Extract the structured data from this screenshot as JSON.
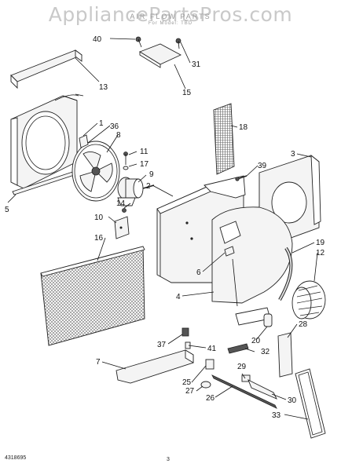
{
  "watermark": "AppliancePartsPros.com",
  "title": "AIR FLOW PARTS",
  "subtitle": "For Model: TBD",
  "footer": {
    "code": "4318695",
    "page": "3"
  },
  "callouts": [
    {
      "id": "c1",
      "text": "1"
    },
    {
      "id": "c2",
      "text": "2"
    },
    {
      "id": "c3",
      "text": "3"
    },
    {
      "id": "c4",
      "text": "4"
    },
    {
      "id": "c5",
      "text": "5"
    },
    {
      "id": "c6",
      "text": "6"
    },
    {
      "id": "c7",
      "text": "7"
    },
    {
      "id": "c8",
      "text": "8"
    },
    {
      "id": "c9",
      "text": "9"
    },
    {
      "id": "c10",
      "text": "10"
    },
    {
      "id": "c11",
      "text": "11"
    },
    {
      "id": "c12",
      "text": "12"
    },
    {
      "id": "c13",
      "text": "13"
    },
    {
      "id": "c14",
      "text": "14"
    },
    {
      "id": "c15",
      "text": "15"
    },
    {
      "id": "c16",
      "text": "16"
    },
    {
      "id": "c17",
      "text": "17"
    },
    {
      "id": "c18",
      "text": "18"
    },
    {
      "id": "c19",
      "text": "19"
    },
    {
      "id": "c20",
      "text": "20"
    },
    {
      "id": "c25",
      "text": "25"
    },
    {
      "id": "c26",
      "text": "26"
    },
    {
      "id": "c27",
      "text": "27"
    },
    {
      "id": "c28",
      "text": "28"
    },
    {
      "id": "c29",
      "text": "29"
    },
    {
      "id": "c30",
      "text": "30"
    },
    {
      "id": "c31",
      "text": "31"
    },
    {
      "id": "c32",
      "text": "32"
    },
    {
      "id": "c33",
      "text": "33"
    },
    {
      "id": "c36",
      "text": "36"
    },
    {
      "id": "c37",
      "text": "37"
    },
    {
      "id": "c39",
      "text": "39"
    },
    {
      "id": "c40",
      "text": "40"
    },
    {
      "id": "c41",
      "text": "41"
    }
  ]
}
